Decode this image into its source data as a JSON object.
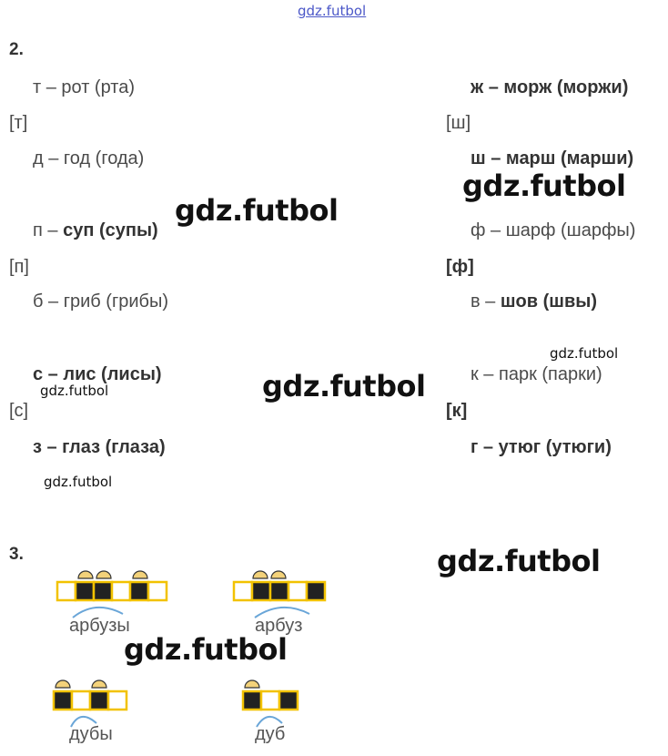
{
  "watermark_top": "gdz.futbol",
  "watermarks": {
    "w1": "gdz.futbol",
    "w2": "gdz.futbol",
    "w3": "gdz.futbol",
    "w4": "gdz.futbol",
    "w5": "gdz.futbol",
    "w6": "gdz.futbol",
    "w7": "gdz.futbol",
    "w8": "gdz.futbol"
  },
  "task2": {
    "number": "2.",
    "left": {
      "r1": "т – рот (рта)",
      "r1_tr": "[т]",
      "r2": "д – год (года)",
      "r3_letter": "п – ",
      "r3_word": "суп (супы)",
      "r3_tr": "[п]",
      "r4": "б – гриб (грибы)",
      "r5": "с – лис (лисы)",
      "r5_tr": "[с]",
      "r6": "з – глаз (глаза)"
    },
    "right": {
      "r1": "ж – морж (моржи)",
      "r1_tr": "[ш]",
      "r2": "ш – марш (марши)",
      "r3": "ф – шарф (шарфы)",
      "r3_tr": "[ф]",
      "r4_letter": "в – ",
      "r4_word": "шов (швы)",
      "r5": "к – парк (парки)",
      "r5_tr": "[к]",
      "r6": "г – утюг (утюги)"
    }
  },
  "task3": {
    "number": "3.",
    "words": {
      "w1": "арбузы",
      "w2": "арбуз",
      "w3": "дубы",
      "w4": "дуб"
    }
  },
  "colors": {
    "vowel_box": "#f2c200",
    "consonant_box": "#222222",
    "arc": "#6aa6d8",
    "syllable_cap": "#f3d27a"
  }
}
